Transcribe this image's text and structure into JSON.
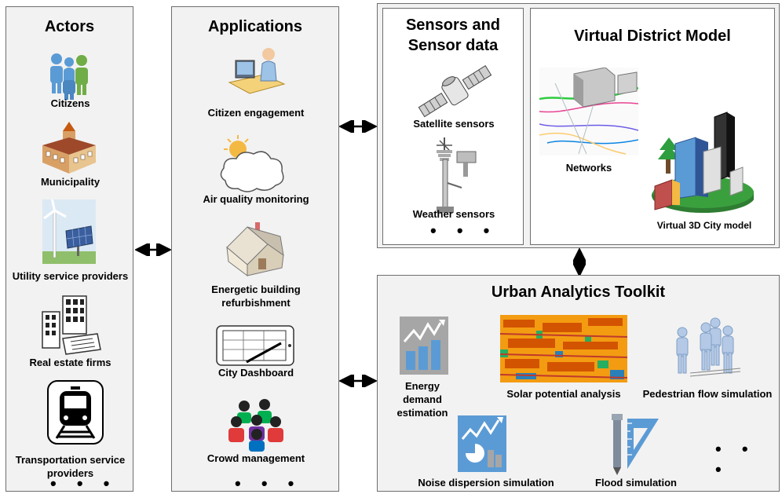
{
  "actors": {
    "title": "Actors",
    "items": [
      {
        "label": "Citizens",
        "icon": "people-group-icon"
      },
      {
        "label": "Municipality",
        "icon": "city-hall-icon"
      },
      {
        "label": "Utility service providers",
        "icon": "wind-solar-icon"
      },
      {
        "label": "Real estate firms",
        "icon": "buildings-icon"
      },
      {
        "label": "Transportation service providers",
        "icon": "train-icon"
      }
    ],
    "more": "• • •"
  },
  "applications": {
    "title": "Applications",
    "items": [
      {
        "label": "Citizen engagement",
        "icon": "computer-user-icon"
      },
      {
        "label": "Air quality monitoring",
        "icon": "sun-cloud-icon"
      },
      {
        "label": "Energetic building refurbishment",
        "icon": "house-icon"
      },
      {
        "label": "City Dashboard",
        "icon": "tablet-dashboard-icon"
      },
      {
        "label": "Crowd management",
        "icon": "crowd-icon"
      }
    ],
    "more": "• • •"
  },
  "sensors": {
    "title": "Sensors and Sensor data",
    "items": [
      {
        "label": "Satellite sensors",
        "icon": "satellite-icon"
      },
      {
        "label": "Weather sensors",
        "icon": "weather-station-icon"
      }
    ],
    "more": "• • •"
  },
  "district": {
    "title": "Virtual District Model",
    "items": [
      {
        "label": "Networks",
        "icon": "network-map-icon"
      },
      {
        "label": "Virtual 3D City model",
        "icon": "3d-city-icon"
      }
    ]
  },
  "toolkit": {
    "title": "Urban Analytics Toolkit",
    "items": [
      {
        "label": "Energy demand estimation",
        "icon": "energy-chart-icon"
      },
      {
        "label": "Solar potential analysis",
        "icon": "solar-heatmap-icon"
      },
      {
        "label": "Pedestrian flow simulation",
        "icon": "pedestrians-icon"
      },
      {
        "label": "Noise dispersion simulation",
        "icon": "noise-chart-icon"
      },
      {
        "label": "Flood simulation",
        "icon": "ruler-triangle-icon"
      }
    ],
    "more": "• • •"
  },
  "colors": {
    "panel_bg": "#f2f2f2",
    "border": "#6e6e6e",
    "icon_blue": "#5b9bd5",
    "icon_gray": "#a6a6a6"
  }
}
